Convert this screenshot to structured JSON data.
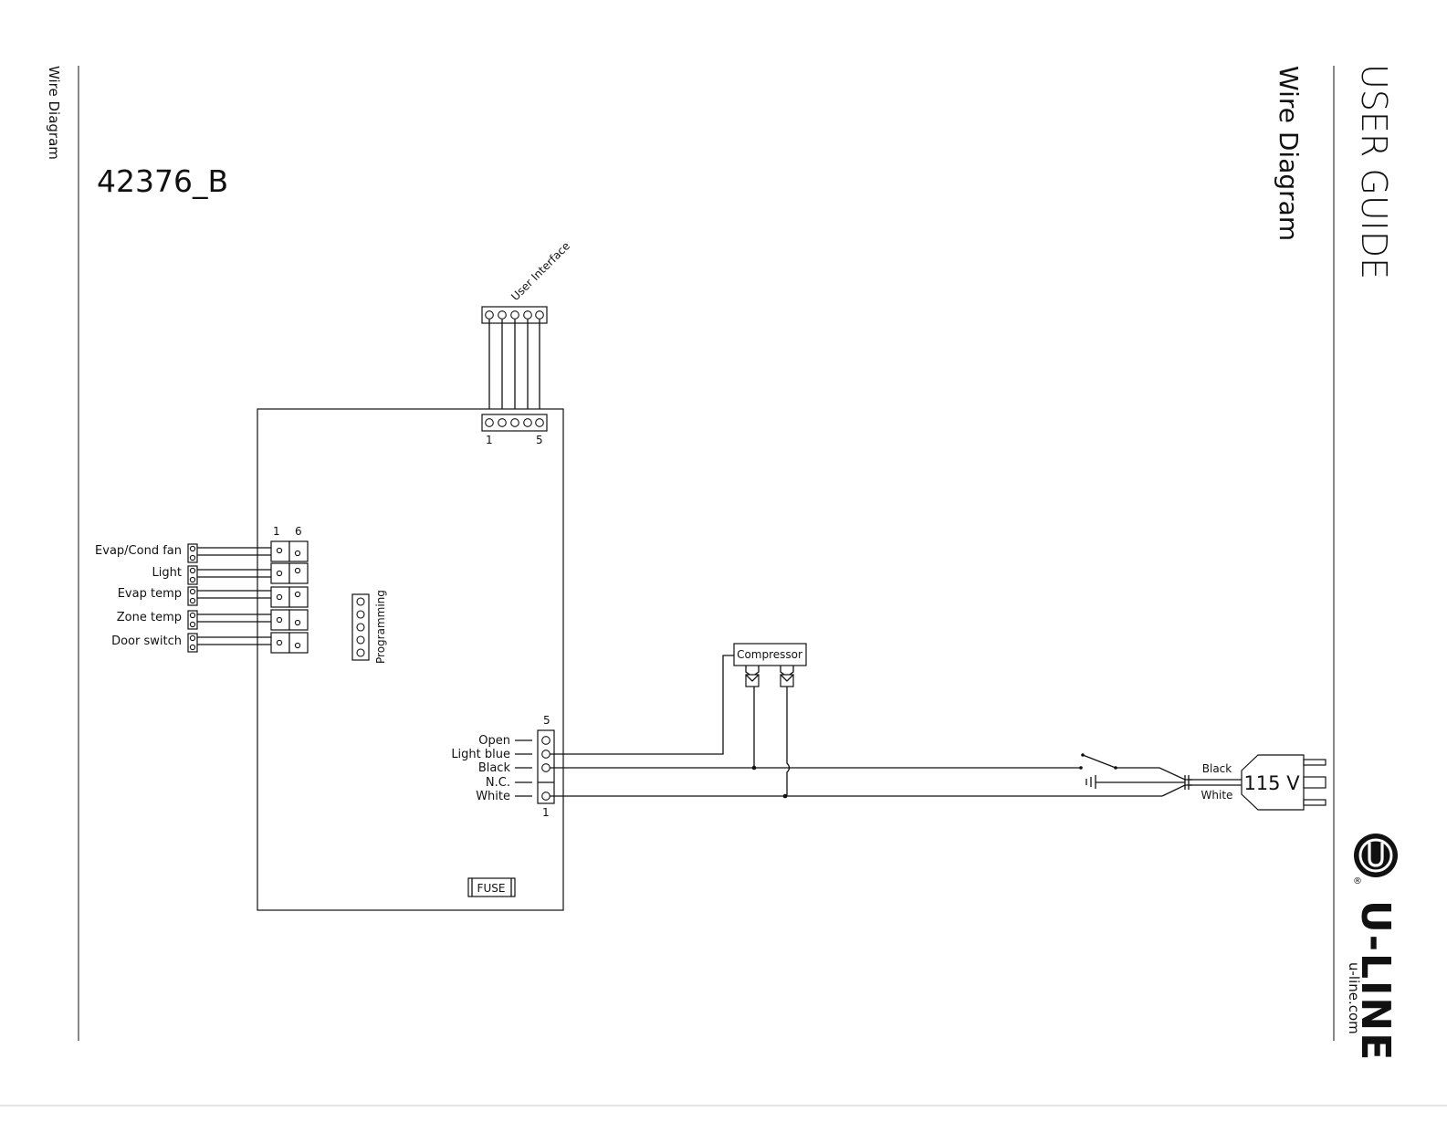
{
  "header": {
    "left_side_label": "Wire Diagram",
    "section_title": "Wire Diagram",
    "guide_title": "USER GUIDE"
  },
  "diagram": {
    "part_number": "42376_B",
    "user_interface_label": "User Interface",
    "ui_pin_first": "1",
    "ui_pin_last": "5",
    "left_connector_first": "1",
    "left_connector_last": "6",
    "left_connectors": [
      "Evap/Cond fan",
      "Light",
      "Evap temp",
      "Zone temp",
      "Door switch"
    ],
    "programming_label": "Programming",
    "power_terminal_top": "5",
    "power_terminal_bottom": "1",
    "power_terminals": [
      "Open",
      "Light blue",
      "Black",
      "N.C.",
      "White"
    ],
    "fuse_label": "FUSE",
    "compressor_label": "Compressor",
    "plug_black_label": "Black",
    "plug_white_label": "White",
    "voltage_label": "115 V"
  },
  "brand": {
    "name": "U-LINE",
    "website": "u-line.com",
    "registered_mark": "®"
  }
}
